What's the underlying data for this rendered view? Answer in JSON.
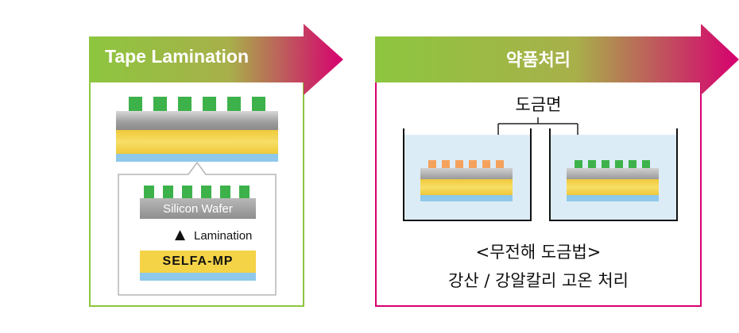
{
  "panels": [
    {
      "title": "Tape Lamination",
      "accent_from": "#8dc63f",
      "accent_to": "#d6006f",
      "inset": {
        "wafer_label": "Silicon Wafer",
        "lamination_mark": "▲",
        "lamination_label": "Lamination",
        "tape_label": "SELFA-MP"
      }
    },
    {
      "title": "약품처리",
      "accent_from": "#8dc63f",
      "accent_to": "#d6006f",
      "callout": "도금면",
      "caption_line1": "<무전해 도금법>",
      "caption_line2": "강산 / 강알칼리 고온 처리"
    }
  ],
  "colors": {
    "pad_green": "#3db24a",
    "pad_orange": "#f5a25d",
    "wafer_gray": "#9a9a9a",
    "tape_yellow": "#f5d347",
    "base_blue": "#8ec8ea",
    "bath_fill": "#dcecf7",
    "panel1_border": "#8dc63f",
    "panel2_border": "#d6006f"
  }
}
